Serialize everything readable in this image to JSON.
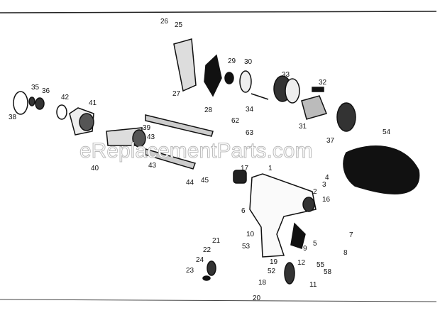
{
  "diagram": {
    "watermark": "eReplacementParts.com",
    "part_labels": [
      "26",
      "25",
      "27",
      "28",
      "29",
      "30",
      "34",
      "33",
      "32",
      "31",
      "37",
      "38",
      "35",
      "36",
      "42",
      "41",
      "39",
      "43",
      "62",
      "63",
      "43",
      "40",
      "44",
      "45",
      "17",
      "1",
      "4",
      "3",
      "2",
      "16",
      "6",
      "54",
      "7",
      "5",
      "9",
      "8",
      "10",
      "53",
      "21",
      "22",
      "24",
      "23",
      "19",
      "52",
      "18",
      "20",
      "12",
      "55",
      "58",
      "11"
    ]
  }
}
